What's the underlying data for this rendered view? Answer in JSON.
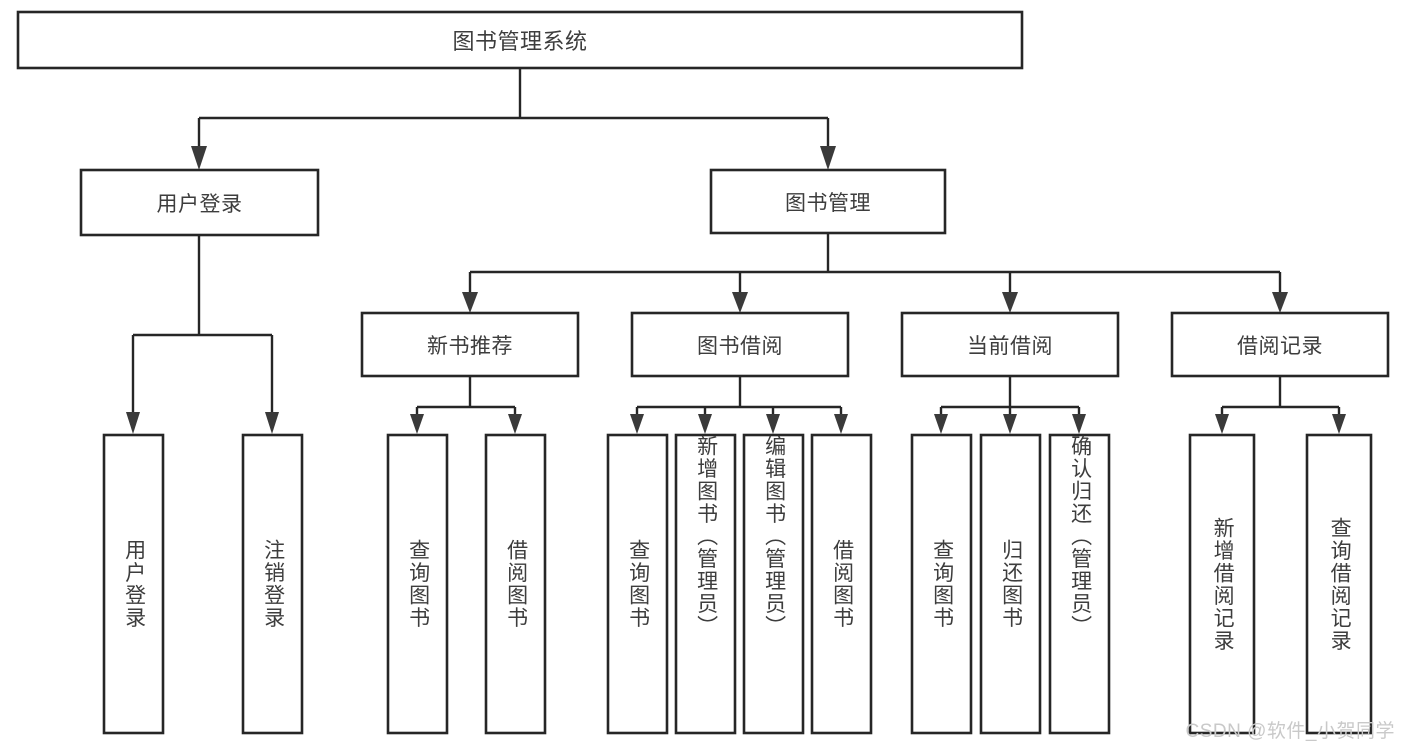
{
  "diagram": {
    "type": "tree-hierarchy-flowchart",
    "title": "图书管理系统",
    "root": {
      "id": "root",
      "label": "图书管理系统",
      "orientation": "horizontal"
    },
    "level2": [
      {
        "id": "user-login",
        "label": "用户登录",
        "orientation": "horizontal"
      },
      {
        "id": "book-management",
        "label": "图书管理",
        "orientation": "horizontal"
      }
    ],
    "level3": [
      {
        "id": "new-book-recommend",
        "label": "新书推荐",
        "parent": "book-management",
        "orientation": "horizontal"
      },
      {
        "id": "book-borrow",
        "label": "图书借阅",
        "parent": "book-management",
        "orientation": "horizontal"
      },
      {
        "id": "current-borrow",
        "label": "当前借阅",
        "parent": "book-management",
        "orientation": "horizontal"
      },
      {
        "id": "borrow-record",
        "label": "借阅记录",
        "parent": "book-management",
        "orientation": "horizontal"
      }
    ],
    "leaves": [
      {
        "id": "leaf-user-login",
        "label": "用户登录",
        "parent": "user-login",
        "orientation": "vertical"
      },
      {
        "id": "leaf-logout-login",
        "label": "注销登录",
        "parent": "user-login",
        "orientation": "vertical"
      },
      {
        "id": "leaf-query-book-1",
        "label": "查询图书",
        "parent": "new-book-recommend",
        "orientation": "vertical"
      },
      {
        "id": "leaf-borrow-book-1",
        "label": "借阅图书",
        "parent": "new-book-recommend",
        "orientation": "vertical"
      },
      {
        "id": "leaf-query-book-2",
        "label": "查询图书",
        "parent": "book-borrow",
        "orientation": "vertical"
      },
      {
        "id": "leaf-add-book",
        "label": "新增图书（管理员）",
        "parent": "book-borrow",
        "orientation": "vertical"
      },
      {
        "id": "leaf-edit-book",
        "label": "编辑图书（管理员）",
        "parent": "book-borrow",
        "orientation": "vertical"
      },
      {
        "id": "leaf-borrow-book-2",
        "label": "借阅图书",
        "parent": "book-borrow",
        "orientation": "vertical"
      },
      {
        "id": "leaf-query-book-3",
        "label": "查询图书",
        "parent": "current-borrow",
        "orientation": "vertical"
      },
      {
        "id": "leaf-return-book",
        "label": "归还图书",
        "parent": "current-borrow",
        "orientation": "vertical"
      },
      {
        "id": "leaf-confirm-return",
        "label": "确认归还（管理员）",
        "parent": "current-borrow",
        "orientation": "vertical"
      },
      {
        "id": "leaf-add-record",
        "label": "新增借阅记录",
        "parent": "borrow-record",
        "orientation": "vertical"
      },
      {
        "id": "leaf-query-record",
        "label": "查询借阅记录",
        "parent": "borrow-record",
        "orientation": "vertical"
      }
    ],
    "colors": {
      "background": "#ffffff",
      "box_stroke": "#262626",
      "box_fill": "#ffffff",
      "text": "#3d3d3d",
      "connector": "#262626",
      "watermark": "#c9c9c9"
    }
  },
  "watermark": {
    "text": "CSDN @软件_小贺同学"
  }
}
